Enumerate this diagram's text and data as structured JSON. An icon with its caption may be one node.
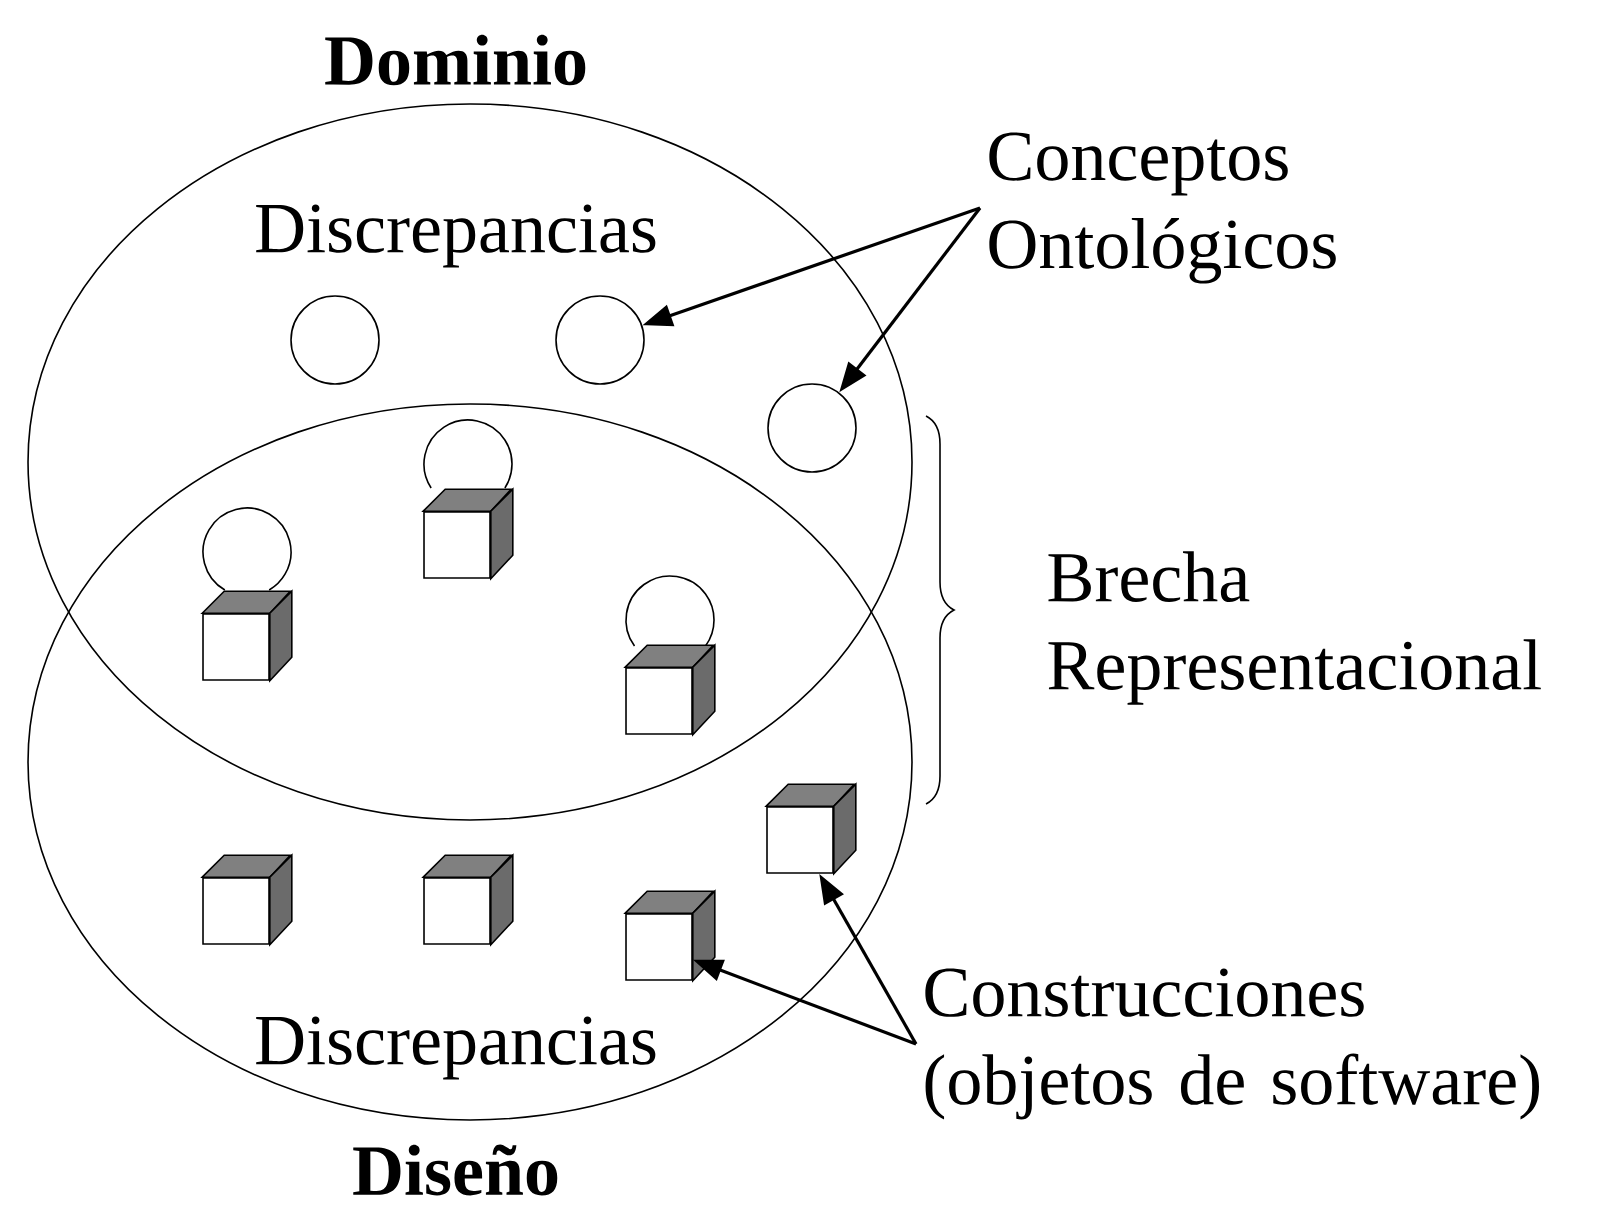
{
  "diagram": {
    "nodes": [
      {
        "text": [
          "Dominio",
          "Discrepancias"
        ]
      },
      {
        "text": [
          "Conceptos Ontológicos"
        ]
      },
      {
        "text": [],
        "shape": "circle",
        "in": 0
      },
      {
        "text": [],
        "shape": "circle",
        "in": 0
      },
      {
        "text": [],
        "shape": "circle",
        "in": 0
      },
      {
        "text": [
          "Discrepancias",
          "Diseño"
        ]
      },
      {
        "text": [],
        "shape": "circle"
      },
      {
        "text": [],
        "shape": "cube"
      },
      {
        "text": [],
        "shape": "circle"
      },
      {
        "text": [],
        "shape": "cube"
      },
      {
        "text": [],
        "shape": "circle"
      },
      {
        "text": [],
        "shape": "cube"
      },
      {
        "text": [],
        "shape": "cube",
        "in": 5
      },
      {
        "text": [],
        "shape": "cube",
        "in": 5
      },
      {
        "text": [],
        "shape": "cube",
        "in": 5
      },
      {
        "text": [],
        "shape": "cube",
        "in": 5
      },
      {
        "text": [
          "Construcciones (objetos de software)"
        ]
      }
    ],
    "edges": [
      {
        "from": 1,
        "to": 3,
        "arrow": "to"
      },
      {
        "from": 1,
        "to": 4,
        "arrow": "to"
      },
      {
        "from": 16,
        "to": 15,
        "arrow": "to"
      },
      {
        "from": 16,
        "to": 12,
        "arrow": "to"
      }
    ],
    "labels": [
      "Brecha Representacional"
    ]
  }
}
